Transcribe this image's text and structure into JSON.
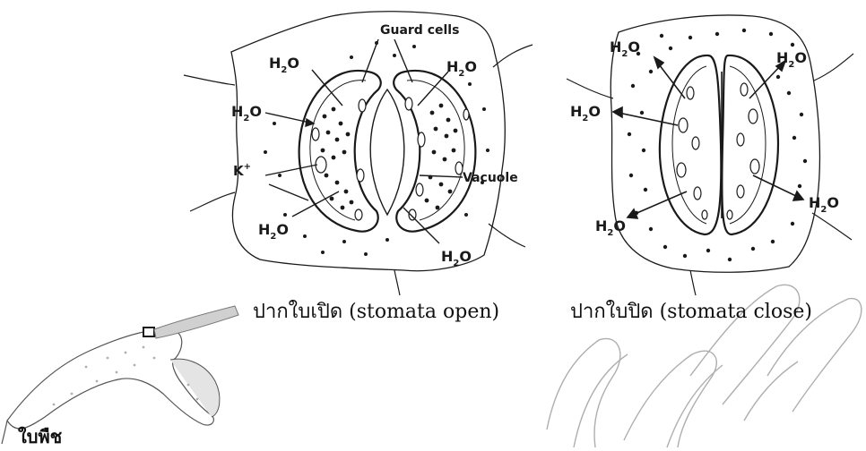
{
  "colors": {
    "ink": "#1a1a1a",
    "cell_fill": "#ffffff",
    "watermark": "#9a9a9a"
  },
  "open_panel": {
    "guard_cells_label": "Guard cells",
    "vacuole_label": "Vacuole",
    "ion_label": "K",
    "ion_charge": "+",
    "water": {
      "h": "H",
      "sub": "2",
      "o": "O"
    },
    "caption": "ปากใบเปิด (stomata open)"
  },
  "closed_panel": {
    "water": {
      "h": "H",
      "sub": "2",
      "o": "O"
    },
    "caption": "ปากใบปิด (stomata close)"
  },
  "leaf": {
    "label": "ใบพืช"
  }
}
